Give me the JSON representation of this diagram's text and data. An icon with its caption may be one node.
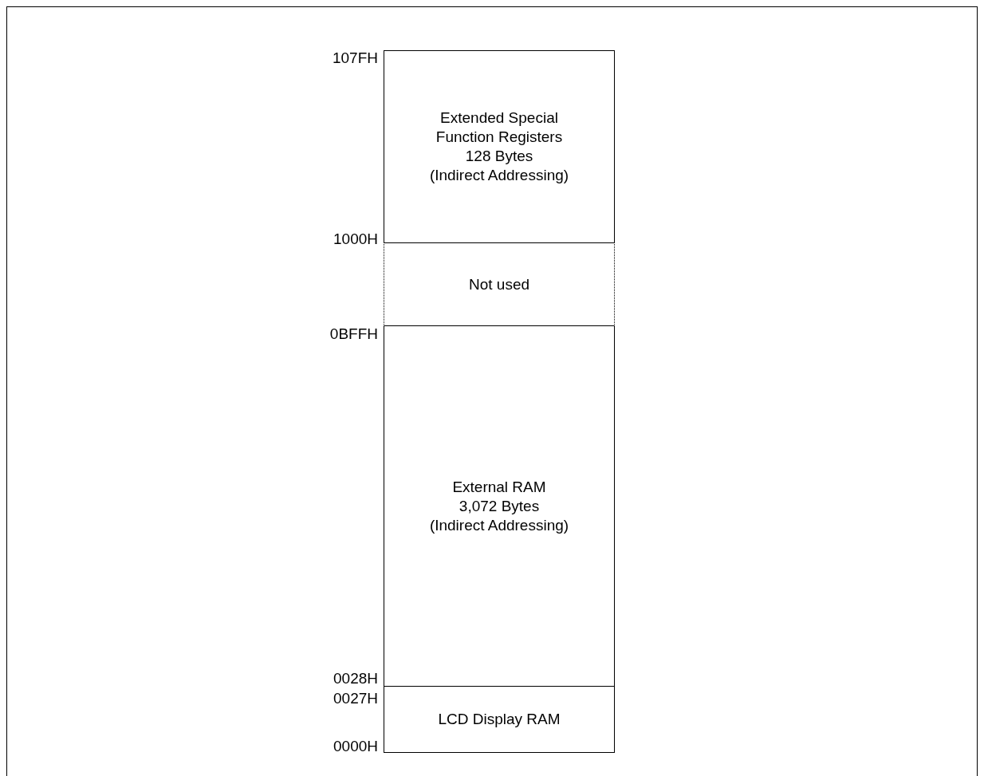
{
  "diagram": {
    "nodes": [
      {
        "text": [
          "Extended Special Function Registers",
          "128 Bytes",
          "(Indirect Addressing)"
        ]
      },
      {
        "text": [
          "Not used"
        ]
      },
      {
        "text": [
          "External RAM",
          "3,072 Bytes",
          "(Indirect Addressing)"
        ]
      },
      {
        "text": [
          "LCD Display RAM"
        ]
      }
    ],
    "edges": [],
    "labels": [
      "107FH",
      "1000H",
      "0BFFH",
      "0028H",
      "0027H",
      "0000H"
    ]
  }
}
